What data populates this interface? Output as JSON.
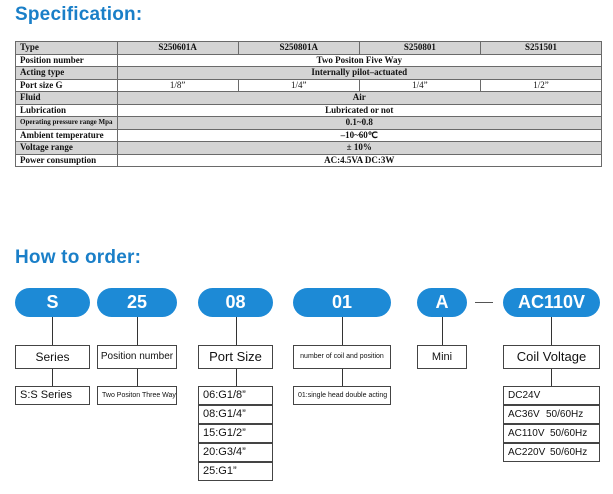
{
  "spec": {
    "heading": "Specification:",
    "rows": [
      {
        "label": "Type",
        "cells": [
          "S250601A",
          "S250801A",
          "S250801",
          "S251501"
        ],
        "style": "shade head"
      },
      {
        "label": "Position number",
        "cells": [
          "Two Positon Five Way"
        ],
        "style": "bold"
      },
      {
        "label": "Acting type",
        "cells": [
          "Internally pilot–actuated"
        ],
        "style": "shade bold"
      },
      {
        "label": "Port size  G",
        "cells": [
          "1/8”",
          "1/4”",
          "1/4”",
          "1/2”"
        ],
        "style": ""
      },
      {
        "label": "Fluid",
        "cells": [
          "Air"
        ],
        "style": "shade bold"
      },
      {
        "label": "Lubrication",
        "cells": [
          "Lubricated or not"
        ],
        "style": "bold"
      },
      {
        "label": "Operating pressure range Mpa",
        "cells": [
          "0.1~0.8"
        ],
        "style": "shade bold",
        "small": true
      },
      {
        "label": "Ambient temperature",
        "cells": [
          "–10~60℃"
        ],
        "style": "bold"
      },
      {
        "label": "Voltage range",
        "cells": [
          "± 10%"
        ],
        "style": "shade bold"
      },
      {
        "label": "Power consumption",
        "cells": [
          "AC:4.5VA   DC:3W"
        ],
        "style": "bold"
      }
    ]
  },
  "order": {
    "heading": "How to order:",
    "codes": {
      "series": "S",
      "position": "25",
      "port": "08",
      "coil": "01",
      "mini": "A",
      "voltage": "AC110V"
    },
    "labels": {
      "series": "Series",
      "position": "Position number",
      "port": "Port Size",
      "coil": "number of coil and position",
      "mini": "Mini",
      "voltage": "Coil Voltage"
    },
    "series_options": [
      "S:S Series"
    ],
    "position_options": [
      "Two Positon Three Way"
    ],
    "port_options": [
      "06:G1/8”",
      "08:G1/4”",
      "15:G1/2”",
      "20:G3/4”",
      "25:G1”"
    ],
    "coil_options": [
      "01:single head double acting"
    ],
    "voltage_options": [
      {
        "type": "DC24V",
        "freq": ""
      },
      {
        "type": "AC36V",
        "freq": "50/60Hz"
      },
      {
        "type": "AC110V",
        "freq": "50/60Hz"
      },
      {
        "type": "AC220V",
        "freq": "50/60Hz"
      }
    ]
  },
  "colors": {
    "accent": "#1d8ad6",
    "heading": "#1a7fc8",
    "row_shade": "#d4d4d4"
  }
}
